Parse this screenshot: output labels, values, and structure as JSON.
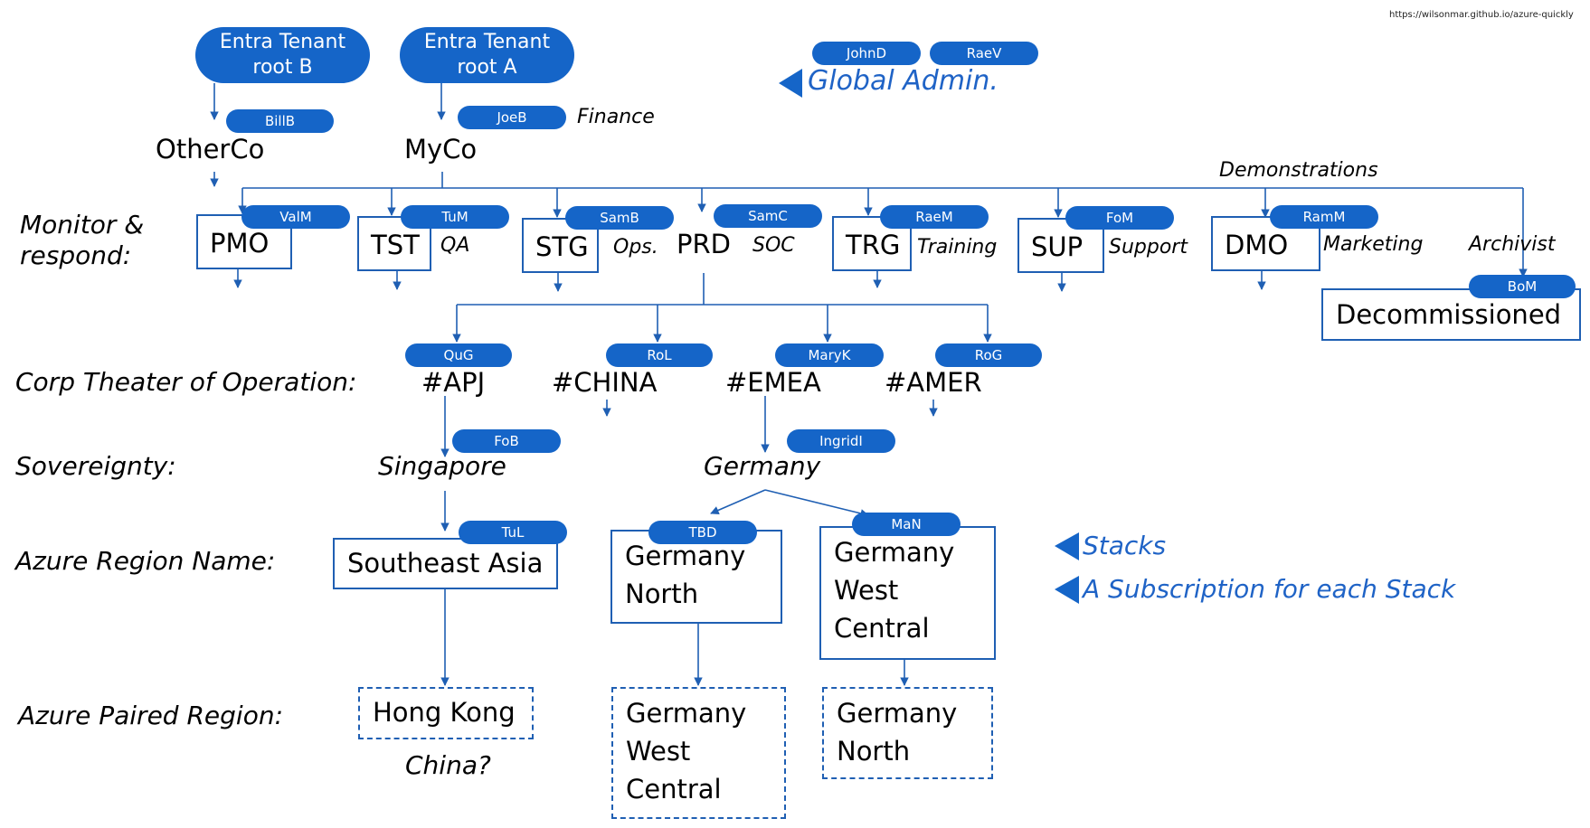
{
  "source_url": "https://wilsonmar.github.io/azure-quickly",
  "tenants": [
    {
      "line1": "Entra Tenant",
      "line2": "root B"
    },
    {
      "line1": "Entra Tenant",
      "line2": "root A"
    }
  ],
  "global_admins": [
    "JohnD",
    "RaeV"
  ],
  "global_admin_label": "Global Admin.",
  "orgs": {
    "otherco": "OtherCo",
    "myco": "MyCo",
    "otherco_owner": "BillB",
    "myco_owner": "JoeB",
    "myco_role": "Finance"
  },
  "row_labels": {
    "monitor": [
      "Monitor &",
      "respond:"
    ],
    "theater": "Corp Theater of Operation:",
    "sovereignty": "Sovereignty:",
    "region": "Azure  Region Name:",
    "paired": "Azure Paired Region:"
  },
  "environments": [
    {
      "code": "PMO",
      "owner": "ValM",
      "role": ""
    },
    {
      "code": "TST",
      "owner": "TuM",
      "role": "QA"
    },
    {
      "code": "STG",
      "owner": "SamB",
      "role": "Ops."
    },
    {
      "code": "PRD",
      "owner": "SamC",
      "role": "SOC"
    },
    {
      "code": "TRG",
      "owner": "RaeM",
      "role": "Training"
    },
    {
      "code": "SUP",
      "owner": "FoM",
      "role": "Support"
    },
    {
      "code": "DMO",
      "owner": "RamM",
      "role": "Marketing"
    }
  ],
  "demonstrations_label": "Demonstrations",
  "archivist": {
    "role": "Archivist",
    "owner": "BoM",
    "label": "Decommissioned"
  },
  "theaters": [
    {
      "code": "#APJ",
      "owner": "QuG"
    },
    {
      "code": "#CHINA",
      "owner": "RoL"
    },
    {
      "code": "#EMEA",
      "owner": "MaryK"
    },
    {
      "code": "#AMER",
      "owner": "RoG"
    }
  ],
  "sovereignty": [
    {
      "name": "Singapore",
      "owner": "FoB"
    },
    {
      "name": "Germany",
      "owner": "IngridI"
    }
  ],
  "regions": [
    {
      "name": "Southeast Asia",
      "owner": "TuL"
    },
    {
      "name": "Germany\nNorth",
      "owner": "TBD"
    },
    {
      "name": "Germany\nWest\nCentral",
      "owner": "MaN"
    }
  ],
  "paired": [
    {
      "name": "Hong Kong",
      "note": "China?"
    },
    {
      "name": "Germany\nWest\nCentral",
      "note": ""
    },
    {
      "name": "Germany\nNorth",
      "note": ""
    }
  ],
  "legend": {
    "stacks": "Stacks",
    "subscription": "A Subscription for each Stack"
  },
  "colors": {
    "accent": "#1565c8",
    "line": "#1f5fb3",
    "text_blue": "#1f63c6"
  }
}
